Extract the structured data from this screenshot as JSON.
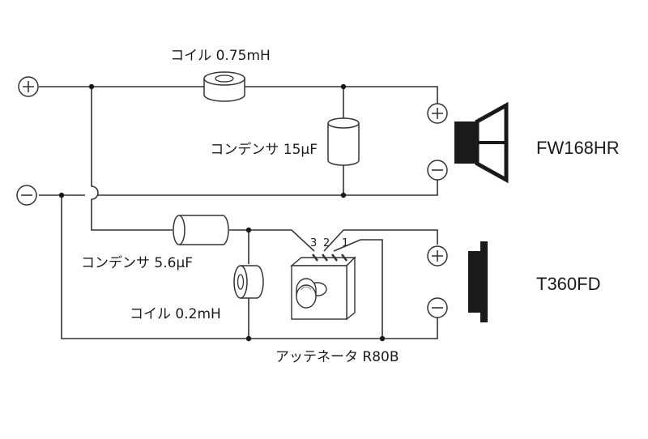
{
  "labels": {
    "coil1": "コイル 0.75mH",
    "cap1": "コンデンサ 15μF",
    "cap2": "コンデンサ 5.6μF",
    "coil2": "コイル 0.2mH",
    "attenuator": "アッテネータ R80B",
    "tap3": "3",
    "tap2": "2",
    "tap1": "1"
  },
  "speakers": {
    "woofer": "FW168HR",
    "tweeter": "T360FD"
  },
  "colors": {
    "line": "#333333",
    "dark": "#1a1a1a"
  },
  "icons": {
    "plus": "plus-terminal-icon",
    "minus": "minus-terminal-icon",
    "woofer": "woofer-speaker-icon",
    "tweeter": "tweeter-speaker-icon"
  }
}
